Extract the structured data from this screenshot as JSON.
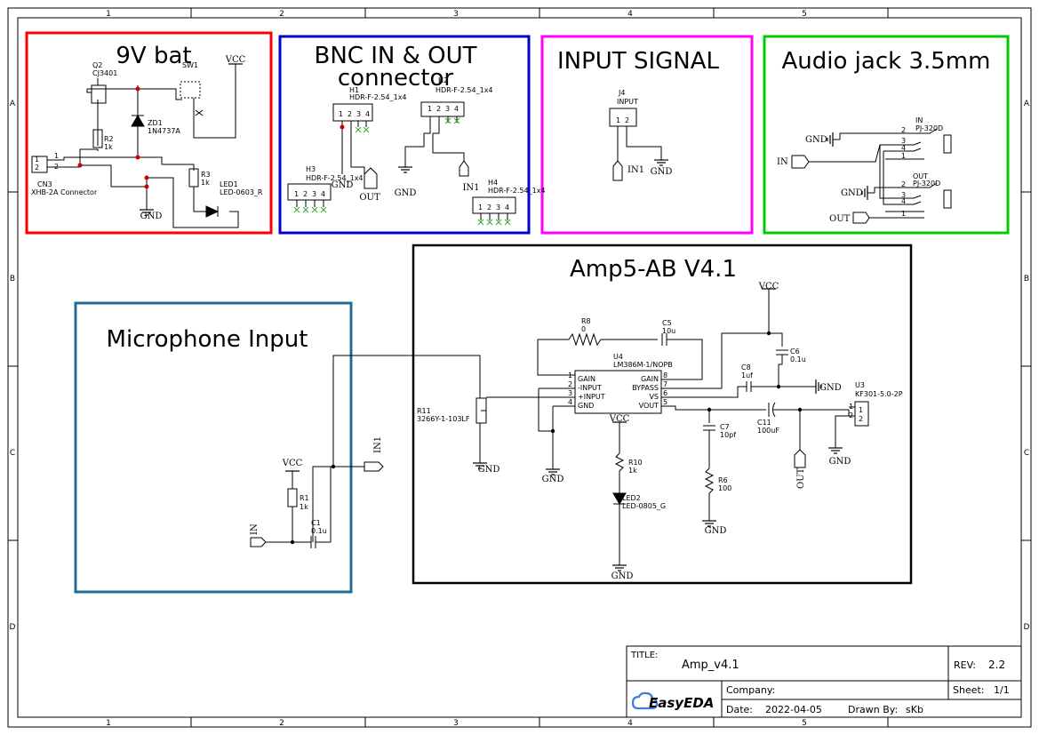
{
  "frame": {
    "columns": [
      "1",
      "2",
      "3",
      "4",
      "5"
    ],
    "rows": [
      "A",
      "B",
      "C",
      "D"
    ]
  },
  "blocks": {
    "battery": {
      "title": "9V bat",
      "color": "#ff0000"
    },
    "bnc": {
      "title_line1": "BNC IN & OUT",
      "title_line2": "connector",
      "color": "#0000cc"
    },
    "input_signal": {
      "title": "INPUT SIGNAL",
      "color": "#ff00ff"
    },
    "audio_jack": {
      "title": "Audio jack 3.5mm",
      "color": "#00cc00"
    },
    "amp": {
      "title": "Amp5-AB V4.1",
      "color": "#000000"
    },
    "microphone": {
      "title": "Microphone Input",
      "color": "#1f6f94"
    }
  },
  "nets": {
    "vcc": "VCC",
    "gnd": "GND",
    "in": "IN",
    "out": "OUT",
    "in1": "IN1"
  },
  "parts": {
    "q2": {
      "ref": "Q2",
      "value": "CJ3401"
    },
    "sw1": {
      "ref": "SW1"
    },
    "zd1": {
      "ref": "ZD1",
      "value": "1N4737A"
    },
    "r2": {
      "ref": "R2",
      "value": "1k"
    },
    "r3": {
      "ref": "R3",
      "value": "1k"
    },
    "cn3": {
      "ref": "CN3",
      "value": "XHB-2A Connector"
    },
    "led1": {
      "ref": "LED1",
      "value": "LED-0603_R"
    },
    "h1": {
      "ref": "H1",
      "value": "HDR-F-2.54_1x4"
    },
    "h2": {
      "ref": "H2",
      "value": "HDR-F-2.54_1x4"
    },
    "h3": {
      "ref": "H3",
      "value": "HDR-F-2.54_1x4"
    },
    "h4": {
      "ref": "H4",
      "value": "HDR-F-2.54_1x4"
    },
    "j4": {
      "ref": "J4",
      "value": "INPUT"
    },
    "pj_in": {
      "ref": "IN",
      "value": "PJ-320D"
    },
    "pj_out": {
      "ref": "OUT",
      "value": "PJ-320D"
    },
    "r8": {
      "ref": "R8",
      "value": "0"
    },
    "c5": {
      "ref": "C5",
      "value": "10u"
    },
    "c6": {
      "ref": "C6",
      "value": "0.1u"
    },
    "c8": {
      "ref": "C8",
      "value": "1uf"
    },
    "c11": {
      "ref": "C11",
      "value": "100uF"
    },
    "c7": {
      "ref": "C7",
      "value": "10pf"
    },
    "r6": {
      "ref": "R6",
      "value": "100"
    },
    "r10": {
      "ref": "R10",
      "value": "1k"
    },
    "led2": {
      "ref": "LED2",
      "value": "LED-0805_G"
    },
    "u4": {
      "ref": "U4",
      "value": "LM386M-1/NOPB",
      "pins_left": [
        "GAIN",
        "-INPUT",
        "+INPUT",
        "GND"
      ],
      "pins_right": [
        "GAIN",
        "BYPASS",
        "VS",
        "VOUT"
      ],
      "nums_left": [
        "1",
        "2",
        "3",
        "4"
      ],
      "nums_right": [
        "8",
        "7",
        "6",
        "5"
      ]
    },
    "u3": {
      "ref": "U3",
      "value": "KF301-5.0-2P"
    },
    "r11": {
      "ref": "R11",
      "value": "3266Y-1-103LF"
    },
    "r1": {
      "ref": "R1",
      "value": "1k"
    },
    "c1": {
      "ref": "C1",
      "value": "0.1u"
    }
  },
  "pin_numbers": {
    "one": "1",
    "two": "2",
    "three": "3",
    "four": "4"
  },
  "title_block": {
    "title_label": "TITLE:",
    "title": "Amp_v4.1",
    "rev_label": "REV:",
    "rev": "2.2",
    "company_label": "Company:",
    "sheet_label": "Sheet:",
    "sheet": "1/1",
    "date_label": "Date:",
    "date": "2022-04-05",
    "drawn_label": "Drawn By:",
    "drawn_by": "sKb",
    "logo": "EasyEDA",
    "logo_color": "#3d7fd6"
  }
}
